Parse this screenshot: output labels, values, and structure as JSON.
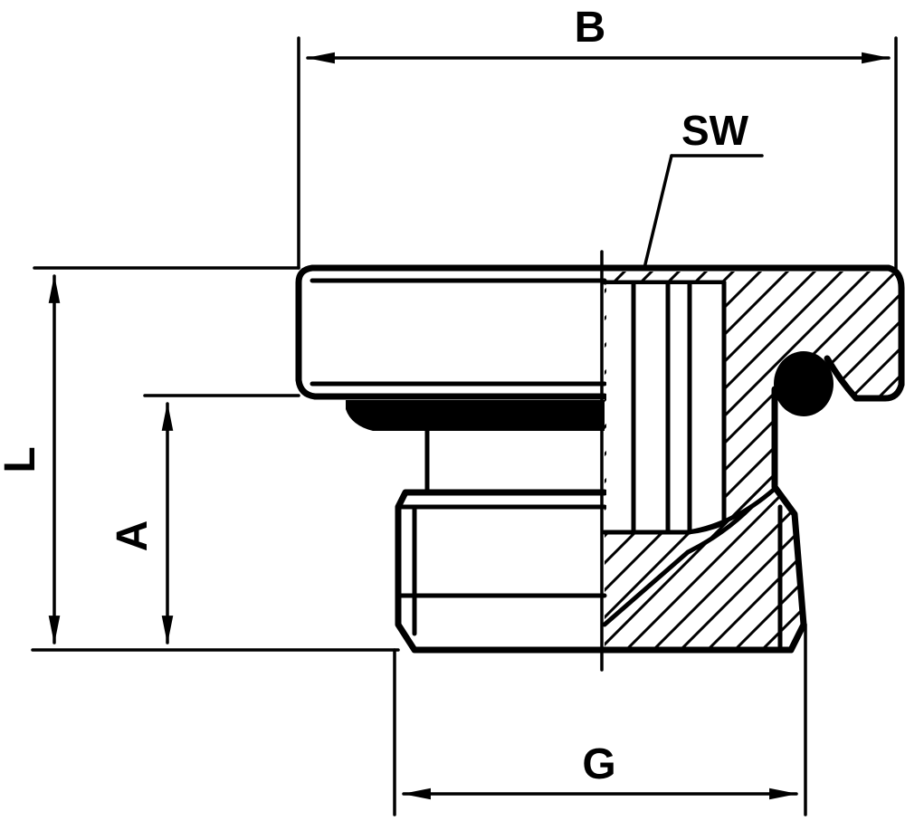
{
  "labels": {
    "width": "B",
    "wrench_size": "SW",
    "length": "L",
    "thread_length": "A",
    "thread": "G"
  }
}
